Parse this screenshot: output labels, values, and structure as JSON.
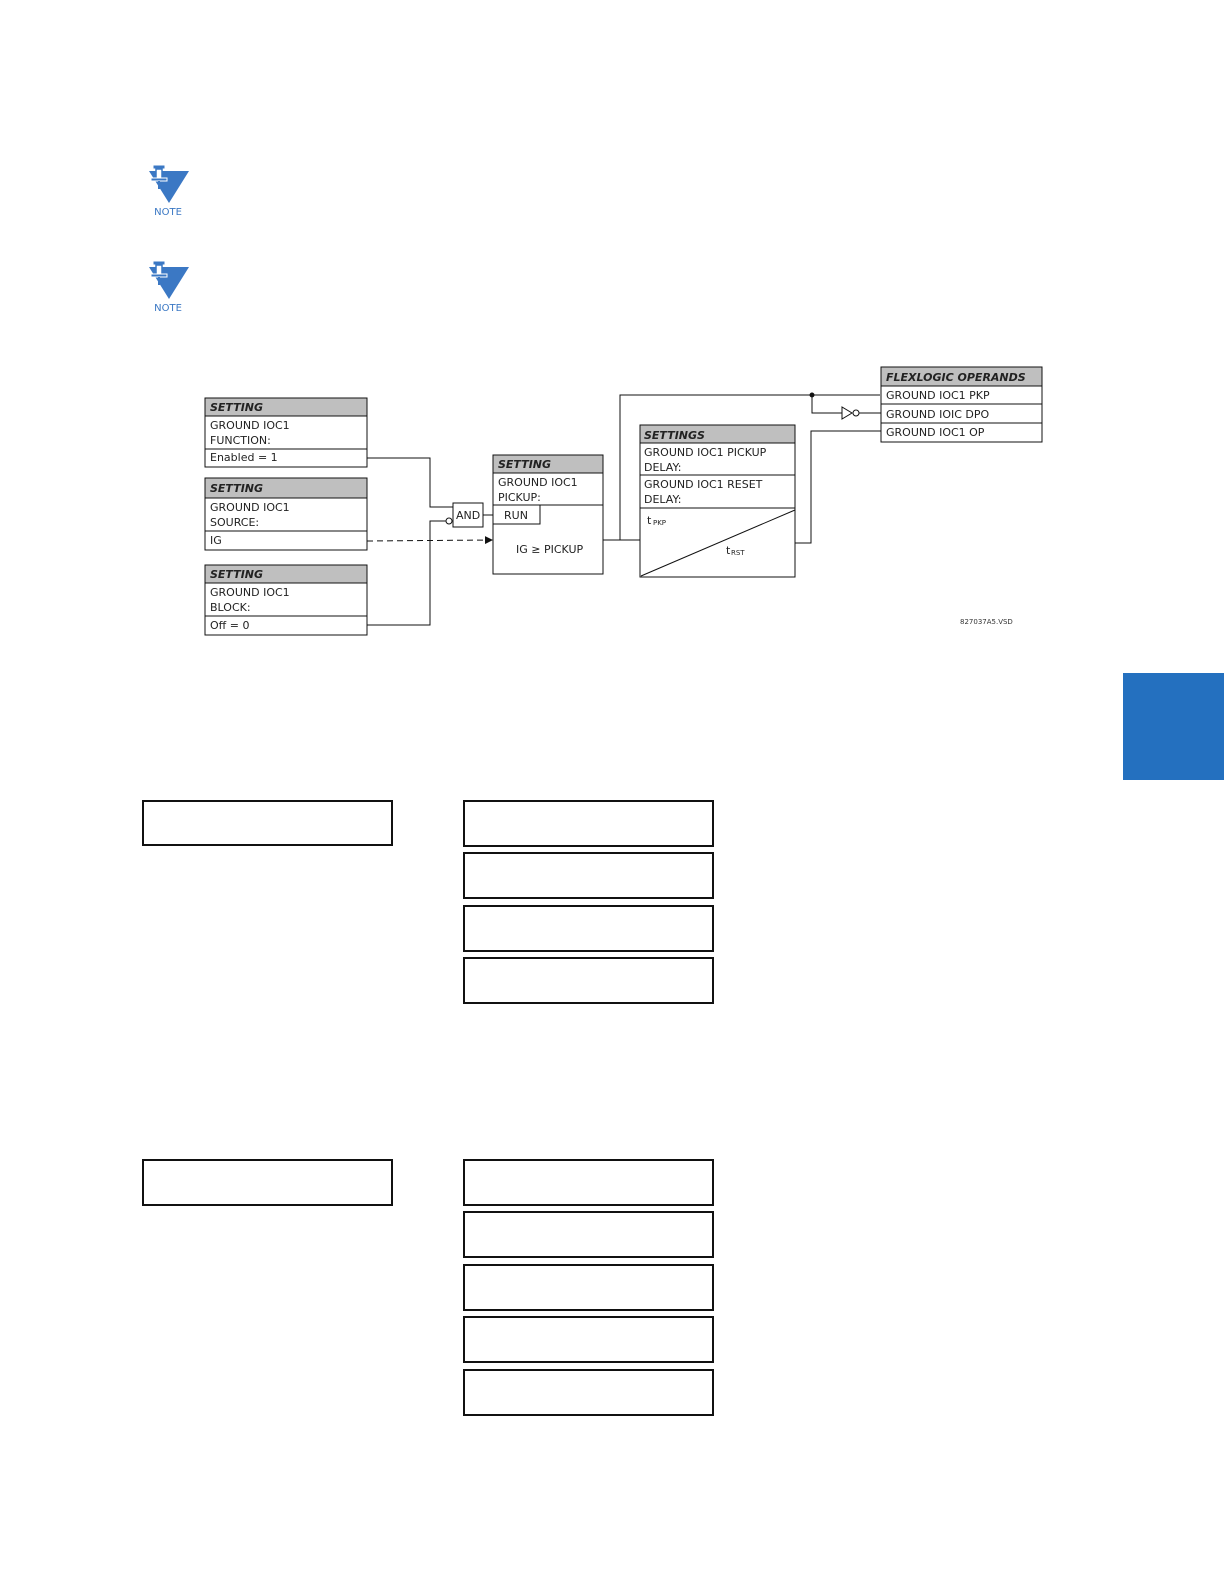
{
  "notes": [
    {
      "label": "NOTE"
    },
    {
      "label": "NOTE"
    }
  ],
  "diagram": {
    "setting_function": {
      "header": "SETTING",
      "line1": "GROUND IOC1",
      "line2": "FUNCTION:",
      "value": "Enabled = 1"
    },
    "setting_source": {
      "header": "SETTING",
      "line1": "GROUND IOC1",
      "line2": "SOURCE:",
      "value": "IG"
    },
    "setting_block": {
      "header": "SETTING",
      "line1": "GROUND IOC1",
      "line2": "BLOCK:",
      "value": "Off = 0"
    },
    "and_gate": "AND",
    "pickup_block": {
      "header": "SETTING",
      "line1": "GROUND IOC1",
      "line2": "PICKUP:",
      "run": "RUN",
      "condition": "IG ≥ PICKUP"
    },
    "timer_block": {
      "header": "SETTINGS",
      "line1": "GROUND IOC1 PICKUP",
      "line2": "DELAY:",
      "line3": "GROUND IOC1 RESET",
      "line4": "DELAY:",
      "t_pkp": "t",
      "t_pkp_sub": "PKP",
      "t_rst": "t",
      "t_rst_sub": "RST"
    },
    "operands": {
      "header": "FLEXLOGIC OPERANDS",
      "items": [
        "GROUND IOC1 PKP",
        "GROUND IOIC DPO",
        "GROUND IOC1 OP"
      ]
    },
    "drawing_code": "827037A5.VSD"
  },
  "menu_group_1": {
    "left_boxes": [
      ""
    ],
    "right_boxes": [
      "",
      "",
      "",
      ""
    ]
  },
  "menu_group_2": {
    "left_boxes": [
      ""
    ],
    "right_boxes": [
      "",
      "",
      "",
      "",
      ""
    ]
  },
  "colors": {
    "accent": "#2470bf",
    "note_icon": "#3b78c4",
    "header_fill": "#bfbfbf"
  }
}
